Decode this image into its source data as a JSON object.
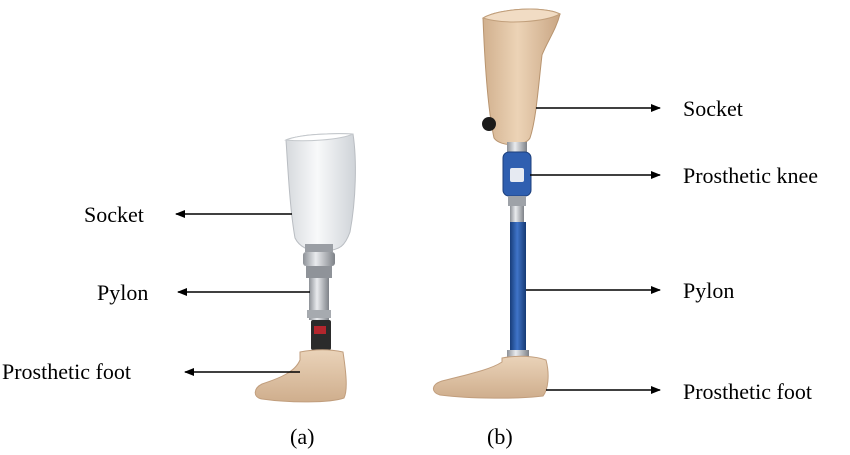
{
  "figure_a": {
    "caption": "(a)",
    "labels": {
      "socket": "Socket",
      "pylon": "Pylon",
      "foot": "Prosthetic foot"
    }
  },
  "figure_b": {
    "caption": "(b)",
    "labels": {
      "socket": "Socket",
      "knee": "Prosthetic knee",
      "pylon": "Pylon",
      "foot": "Prosthetic foot"
    }
  },
  "colors": {
    "socket_a": "#eef0f2",
    "socket_b": "#e2c6a6",
    "skin_foot": "#e3c7a9",
    "metal": "#c9ccd1",
    "pylon_blue": "#1f4f9c",
    "knee_blue": "#2f5fb0",
    "adapter_dark": "#2b2b2b",
    "accent_red": "#b3262d"
  }
}
